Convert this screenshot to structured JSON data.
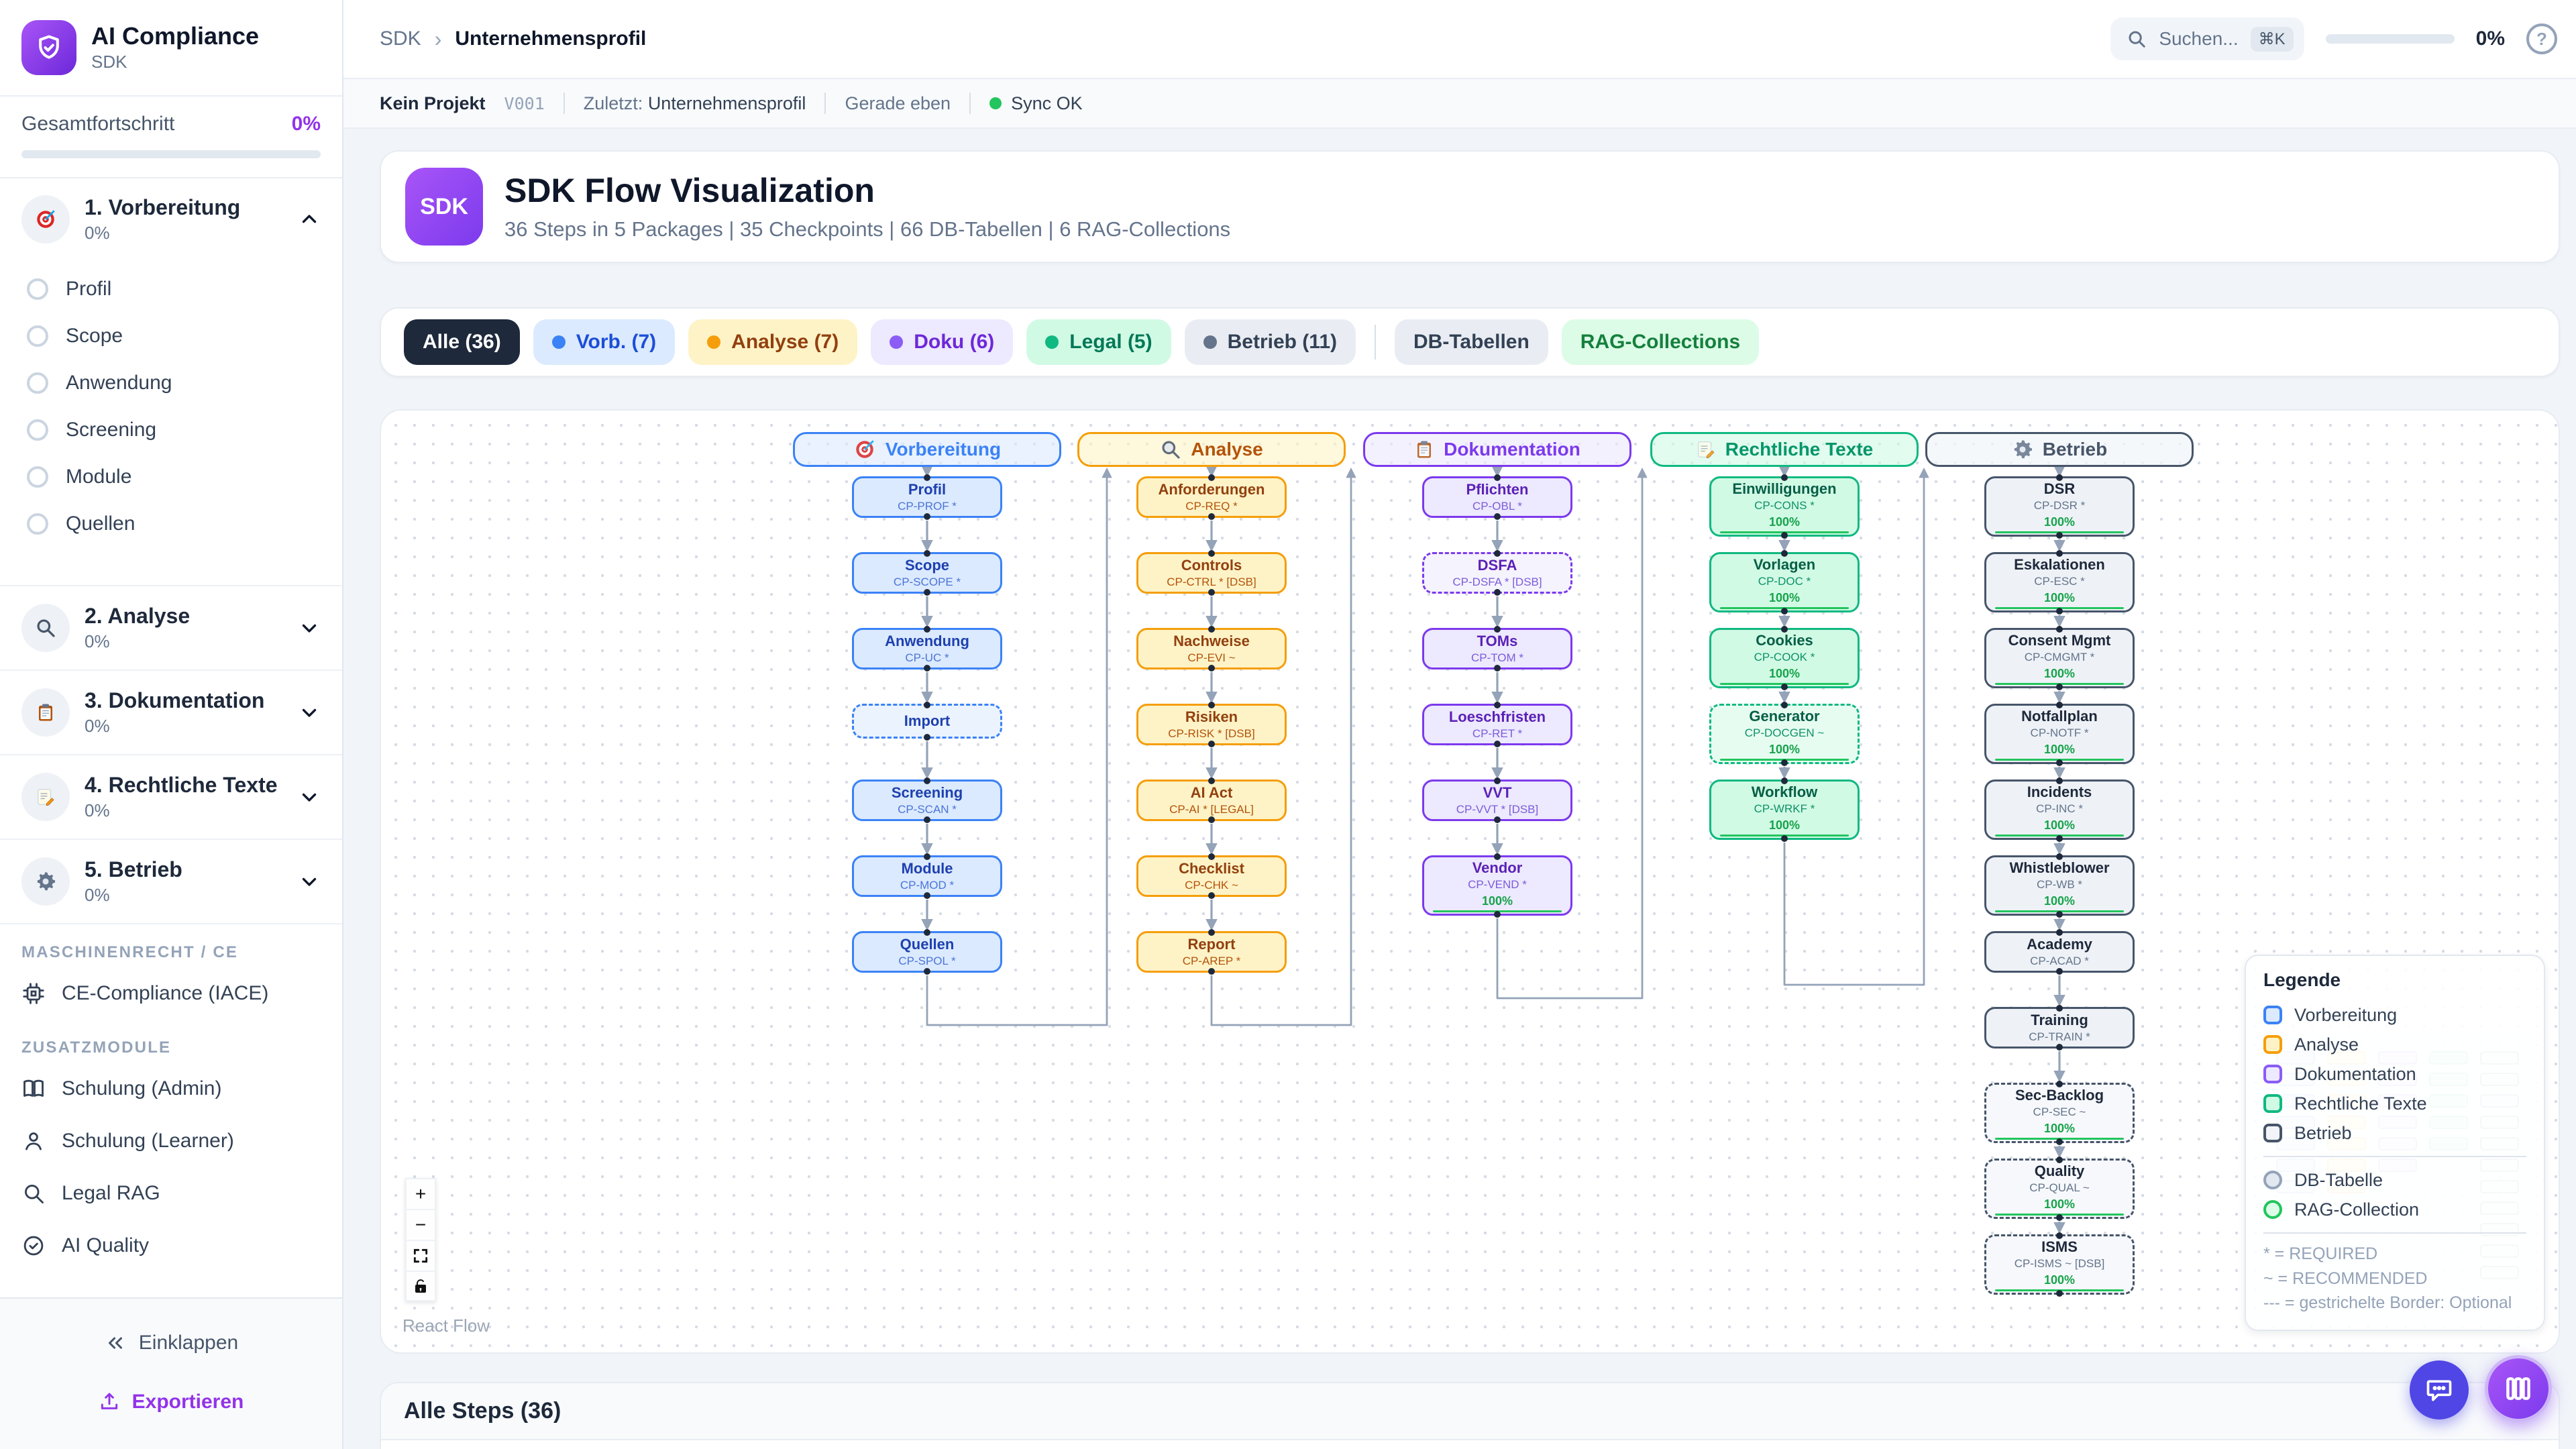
{
  "sidebar": {
    "title": "AI Compliance",
    "subtitle": "SDK",
    "progress_label": "Gesamtfortschritt",
    "progress_value": "0%",
    "phases": [
      {
        "label": "1. Vorbereitung",
        "pct": "0%",
        "icon": "target-icon",
        "expanded": true,
        "items": [
          "Profil",
          "Scope",
          "Anwendung",
          "Screening",
          "Module",
          "Quellen"
        ]
      },
      {
        "label": "2. Analyse",
        "pct": "0%",
        "icon": "magnifier-icon",
        "expanded": false
      },
      {
        "label": "3. Dokumentation",
        "pct": "0%",
        "icon": "clipboard-icon",
        "expanded": false
      },
      {
        "label": "4. Rechtliche Texte",
        "pct": "0%",
        "icon": "memo-icon",
        "expanded": false
      },
      {
        "label": "5. Betrieb",
        "pct": "0%",
        "icon": "gear-icon",
        "expanded": false
      }
    ],
    "sections": [
      {
        "label": "MASCHINENRECHT / CE",
        "items": [
          {
            "label": "CE-Compliance (IACE)",
            "icon": "chip-icon"
          }
        ]
      },
      {
        "label": "ZUSATZMODULE",
        "items": [
          {
            "label": "Schulung (Admin)",
            "icon": "book-icon"
          },
          {
            "label": "Schulung (Learner)",
            "icon": "user-icon"
          },
          {
            "label": "Legal RAG",
            "icon": "search-icon"
          },
          {
            "label": "AI Quality",
            "icon": "check-circle-icon"
          }
        ]
      }
    ],
    "collapse_label": "Einklappen",
    "export_label": "Exportieren"
  },
  "topbar": {
    "breadcrumb_root": "SDK",
    "breadcrumb_current": "Unternehmensprofil",
    "search_placeholder": "Suchen...",
    "search_kbd": "⌘K",
    "progress_value": "0%"
  },
  "statusbar": {
    "project": "Kein Projekt",
    "version": "V001",
    "last_label": "Zuletzt:",
    "last_value": "Unternehmensprofil",
    "time": "Gerade eben",
    "sync": "Sync OK",
    "sync_color": "#22c55e"
  },
  "hero": {
    "badge": "SDK",
    "title": "SDK Flow Visualization",
    "subtitle": "36 Steps in 5 Packages | 35 Checkpoints | 66 DB-Tabellen | 6 RAG-Collections"
  },
  "filters": {
    "chips": [
      {
        "label": "Alle (36)",
        "style": "all",
        "active": true
      },
      {
        "label": "Vorb. (7)",
        "style": "vorb",
        "dot": "#3b82f6"
      },
      {
        "label": "Analyse (7)",
        "style": "analyse",
        "dot": "#f59e0b"
      },
      {
        "label": "Doku (6)",
        "style": "doku",
        "dot": "#8b5cf6"
      },
      {
        "label": "Legal (5)",
        "style": "legal",
        "dot": "#10b981"
      },
      {
        "label": "Betrieb (11)",
        "style": "betrieb",
        "dot": "#64748b"
      },
      {
        "label": "DB-Tabellen",
        "style": "db",
        "divider_before": true
      },
      {
        "label": "RAG-Collections",
        "style": "rag"
      }
    ]
  },
  "flow": {
    "edge_color": "#94a3b8",
    "progress_color": "#22c55e",
    "attribution": "React Flow",
    "packages": [
      {
        "id": "vorb",
        "label": "Vorbereitung",
        "icon": "target-icon",
        "colors": {
          "bg": "#dbeafe",
          "border": "#3b82f6",
          "title": "#1e40af",
          "code": "#4b74d8",
          "headerBg": "rgba(219,234,254,0.62)",
          "headerText": "#3b82f6"
        },
        "nodes": [
          {
            "title": "Profil",
            "code": "CP-PROF *"
          },
          {
            "title": "Scope",
            "code": "CP-SCOPE *"
          },
          {
            "title": "Anwendung",
            "code": "CP-UC *"
          },
          {
            "title": "Import",
            "dashed": true
          },
          {
            "title": "Screening",
            "code": "CP-SCAN *"
          },
          {
            "title": "Module",
            "code": "CP-MOD *"
          },
          {
            "title": "Quellen",
            "code": "CP-SPOL *"
          }
        ]
      },
      {
        "id": "analyse",
        "label": "Analyse",
        "icon": "magnifier-icon",
        "colors": {
          "bg": "#fef3c7",
          "border": "#f59e0b",
          "title": "#92400e",
          "code": "#b45309",
          "headerBg": "rgba(254,243,199,0.62)",
          "headerText": "#b45309"
        },
        "nodes": [
          {
            "title": "Anforderungen",
            "code": "CP-REQ *"
          },
          {
            "title": "Controls",
            "code": "CP-CTRL * [DSB]"
          },
          {
            "title": "Nachweise",
            "code": "CP-EVI ~"
          },
          {
            "title": "Risiken",
            "code": "CP-RISK * [DSB]"
          },
          {
            "title": "AI Act",
            "code": "CP-AI * [LEGAL]"
          },
          {
            "title": "Checklist",
            "code": "CP-CHK ~"
          },
          {
            "title": "Report",
            "code": "CP-AREP *"
          }
        ]
      },
      {
        "id": "doku",
        "label": "Dokumentation",
        "icon": "clipboard-icon",
        "colors": {
          "bg": "#ede9fe",
          "border": "#7c3aed",
          "title": "#5b21b6",
          "code": "#7c5cd9",
          "headerBg": "rgba(237,233,254,0.62)",
          "headerText": "#7c3aed"
        },
        "nodes": [
          {
            "title": "Pflichten",
            "code": "CP-OBL *"
          },
          {
            "title": "DSFA",
            "code": "CP-DSFA * [DSB]",
            "dashed": true
          },
          {
            "title": "TOMs",
            "code": "CP-TOM *"
          },
          {
            "title": "Loeschfristen",
            "code": "CP-RET *"
          },
          {
            "title": "VVT",
            "code": "CP-VVT * [DSB]"
          },
          {
            "title": "Vendor",
            "code": "CP-VEND *",
            "progress": "100%"
          }
        ]
      },
      {
        "id": "legal",
        "label": "Rechtliche Texte",
        "icon": "memo-icon",
        "colors": {
          "bg": "#d1fae5",
          "border": "#10b981",
          "title": "#065f46",
          "code": "#0d9268",
          "headerBg": "rgba(209,250,229,0.62)",
          "headerText": "#059669"
        },
        "nodes": [
          {
            "title": "Einwilligungen",
            "code": "CP-CONS *",
            "progress": "100%"
          },
          {
            "title": "Vorlagen",
            "code": "CP-DOC *",
            "progress": "100%"
          },
          {
            "title": "Cookies",
            "code": "CP-COOK *",
            "progress": "100%"
          },
          {
            "title": "Generator",
            "code": "CP-DOCGEN ~",
            "progress": "100%",
            "dashed": true
          },
          {
            "title": "Workflow",
            "code": "CP-WRKF *",
            "progress": "100%"
          }
        ]
      },
      {
        "id": "betrieb",
        "label": "Betrieb",
        "icon": "gear-icon",
        "colors": {
          "bg": "#eef2f7",
          "border": "#475569",
          "title": "#1e293b",
          "code": "#64748b",
          "headerBg": "rgba(241,245,249,0.72)",
          "headerText": "#475569"
        },
        "nodes": [
          {
            "title": "DSR",
            "code": "CP-DSR *",
            "progress": "100%"
          },
          {
            "title": "Eskalationen",
            "code": "CP-ESC *",
            "progress": "100%"
          },
          {
            "title": "Consent Mgmt",
            "code": "CP-CMGMT *",
            "progress": "100%"
          },
          {
            "title": "Notfallplan",
            "code": "CP-NOTF *",
            "progress": "100%"
          },
          {
            "title": "Incidents",
            "code": "CP-INC *",
            "progress": "100%"
          },
          {
            "title": "Whistleblower",
            "code": "CP-WB *",
            "progress": "100%"
          },
          {
            "title": "Academy",
            "code": "CP-ACAD *"
          },
          {
            "title": "Training",
            "code": "CP-TRAIN *"
          },
          {
            "title": "Sec-Backlog",
            "code": "CP-SEC ~",
            "progress": "100%",
            "dashed": true
          },
          {
            "title": "Quality",
            "code": "CP-QUAL ~",
            "progress": "100%",
            "dashed": true
          },
          {
            "title": "ISMS",
            "code": "CP-ISMS ~ [DSB]",
            "progress": "100%",
            "dashed": true
          }
        ]
      }
    ]
  },
  "legend": {
    "title": "Legende",
    "package_items": [
      {
        "label": "Vorbereitung",
        "border": "#3b82f6",
        "bg": "#dbeafe"
      },
      {
        "label": "Analyse",
        "border": "#f59e0b",
        "bg": "#fef3c7"
      },
      {
        "label": "Dokumentation",
        "border": "#8b5cf6",
        "bg": "#ede9fe"
      },
      {
        "label": "Rechtliche Texte",
        "border": "#10b981",
        "bg": "#d1fae5"
      },
      {
        "label": "Betrieb",
        "border": "#475569",
        "bg": "#f1f5f9"
      }
    ],
    "shape_items": [
      {
        "label": "DB-Tabelle",
        "border": "#94a3b8",
        "bg": "#e2e8f0"
      },
      {
        "label": "RAG-Collection",
        "border": "#22c55e",
        "bg": "#dcfce7"
      }
    ],
    "notes": [
      "* = REQUIRED",
      "~ = RECOMMENDED",
      "--- = gestrichelte Border: Optional"
    ]
  },
  "steps": {
    "title": "Alle Steps (36)"
  }
}
